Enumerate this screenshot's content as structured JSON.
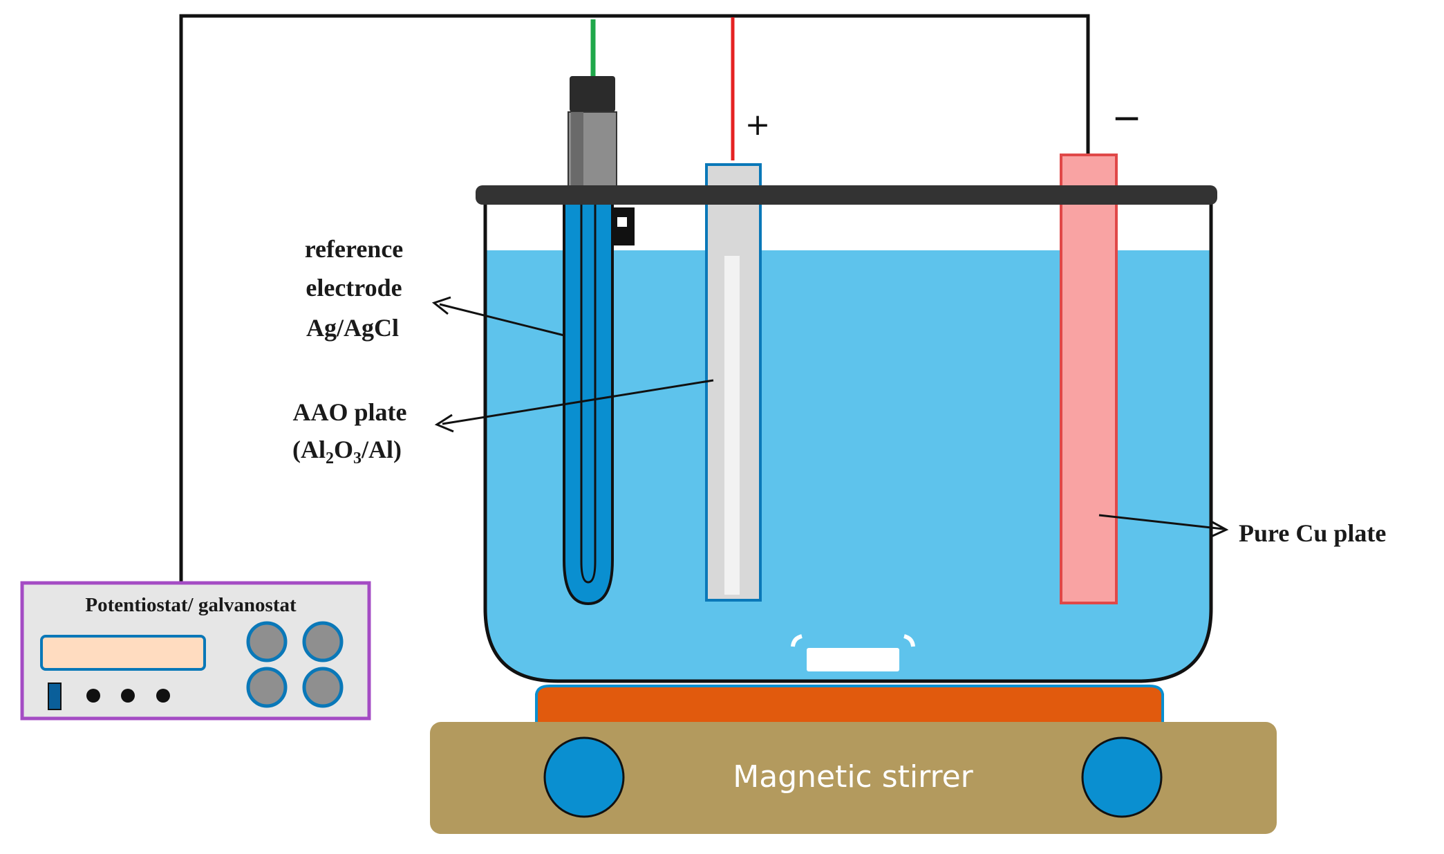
{
  "labels": {
    "reference_line1": "reference",
    "reference_line2": "electrode",
    "reference_line3": "Ag/AgCl",
    "aao_line1": "AAO plate",
    "aao_line2_open": "(Al",
    "aao_sub1": "2",
    "aao_mid": "O",
    "aao_sub2": "3",
    "aao_close": "/Al)",
    "cu_plate": "Pure Cu plate",
    "plus_sign": "+",
    "minus_sign": "−",
    "instrument": "Potentiostat/ galvanostat",
    "stirrer": "Magnetic stirrer"
  },
  "colors": {
    "solution": "#5ec3ec",
    "reference_tube": "#0a8fd0",
    "cu_plate": "#f9a3a3",
    "cu_border": "#e04848",
    "aao_plate": "#d8d8d8",
    "lid": "#333333",
    "hotplate_top": "#e15a0d",
    "stirrer_base": "#b39a5e",
    "stirrer_knob": "#0a8fd0",
    "instrument_border": "#a44cc4",
    "instrument_display": "#ffdcc0",
    "wire_green": "#1fa84a",
    "wire_red": "#e52222",
    "wire_black": "#111111"
  }
}
